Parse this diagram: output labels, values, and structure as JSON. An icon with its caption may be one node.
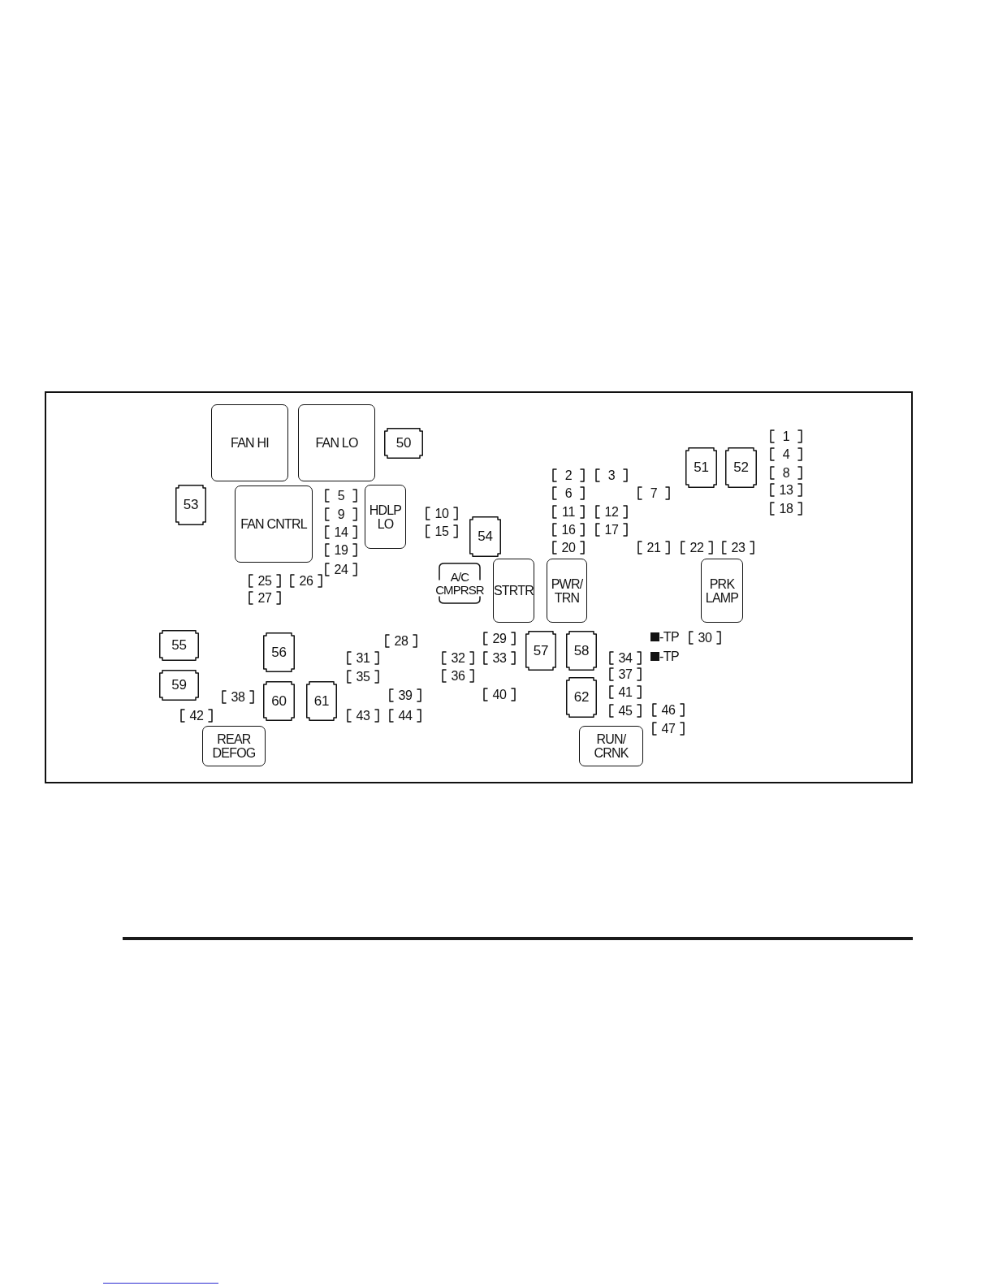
{
  "diagram": {
    "nodes": [
      {
        "text": [
          "FAN HI"
        ]
      },
      {
        "text": [
          "FAN LO"
        ]
      },
      {
        "text": [
          "50"
        ]
      },
      {
        "text": [
          "1"
        ]
      },
      {
        "text": [
          "4"
        ]
      },
      {
        "text": [
          "51"
        ]
      },
      {
        "text": [
          "52"
        ]
      },
      {
        "text": [
          "2"
        ]
      },
      {
        "text": [
          "3"
        ]
      },
      {
        "text": [
          "8"
        ]
      },
      {
        "text": [
          "53"
        ]
      },
      {
        "text": [
          "FAN CNTRL"
        ]
      },
      {
        "text": [
          "HDLP LO"
        ]
      },
      {
        "text": [
          "5"
        ]
      },
      {
        "text": [
          "6"
        ]
      },
      {
        "text": [
          "7"
        ]
      },
      {
        "text": [
          "13"
        ]
      },
      {
        "text": [
          "18"
        ]
      },
      {
        "text": [
          "9"
        ]
      },
      {
        "text": [
          "10"
        ]
      },
      {
        "text": [
          "11"
        ]
      },
      {
        "text": [
          "12"
        ]
      },
      {
        "text": [
          "14"
        ]
      },
      {
        "text": [
          "15"
        ]
      },
      {
        "text": [
          "16"
        ]
      },
      {
        "text": [
          "17"
        ]
      },
      {
        "text": [
          "54"
        ]
      },
      {
        "text": [
          "19"
        ]
      },
      {
        "text": [
          "20"
        ]
      },
      {
        "text": [
          "21"
        ]
      },
      {
        "text": [
          "22"
        ]
      },
      {
        "text": [
          "23"
        ]
      },
      {
        "text": [
          "STRTR"
        ]
      },
      {
        "text": [
          "PWR/ TRN"
        ]
      },
      {
        "text": [
          "PRK LAMP"
        ]
      },
      {
        "text": [
          "A/C CMPRSR"
        ]
      },
      {
        "text": [
          "24"
        ]
      },
      {
        "text": [
          "25"
        ]
      },
      {
        "text": [
          "26"
        ]
      },
      {
        "text": [
          "27"
        ]
      },
      {
        "text": [
          "55"
        ]
      },
      {
        "text": [
          "57"
        ]
      },
      {
        "text": [
          "58"
        ]
      },
      {
        "text": [
          "56"
        ]
      },
      {
        "text": [
          "29"
        ]
      },
      {
        "text": [
          "28"
        ]
      },
      {
        "text": [
          "30"
        ]
      },
      {
        "text": [
          "31"
        ]
      },
      {
        "text": [
          "32"
        ]
      },
      {
        "text": [
          "33"
        ]
      },
      {
        "text": [
          "34"
        ]
      },
      {
        "text": [
          "59"
        ]
      },
      {
        "text": [
          "36"
        ]
      },
      {
        "text": [
          "35"
        ]
      },
      {
        "text": [
          "37"
        ]
      },
      {
        "text": [
          "62"
        ]
      },
      {
        "text": [
          "60"
        ]
      },
      {
        "text": [
          "61"
        ]
      },
      {
        "text": [
          "38"
        ]
      },
      {
        "text": [
          "39"
        ]
      },
      {
        "text": [
          "40"
        ]
      },
      {
        "text": [
          "41"
        ]
      },
      {
        "text": [
          "45"
        ]
      },
      {
        "text": [
          "46"
        ]
      },
      {
        "text": [
          "42"
        ]
      },
      {
        "text": [
          "43"
        ]
      },
      {
        "text": [
          "44"
        ]
      },
      {
        "text": [
          "47"
        ]
      },
      {
        "text": [
          "REAR DEFOG"
        ]
      },
      {
        "text": [
          "RUN/ CRNK"
        ]
      }
    ],
    "labels": [
      "-TP",
      "-TP"
    ]
  }
}
